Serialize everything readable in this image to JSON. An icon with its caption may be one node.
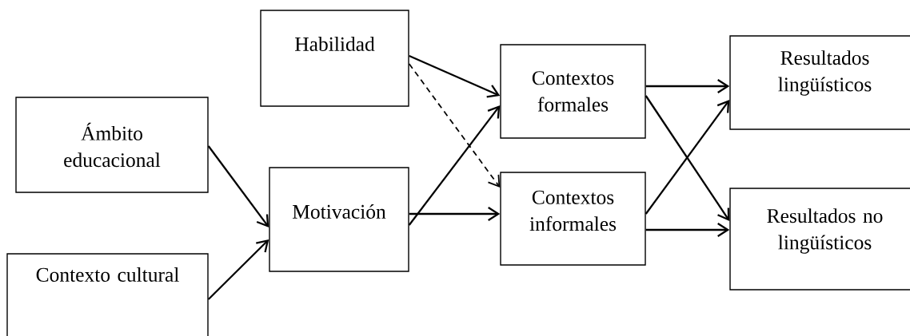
{
  "diagram": {
    "nodes": [
      {
        "text": [
          "Habilidad"
        ]
      },
      {
        "text": [
          "Ámbito educacional"
        ]
      },
      {
        "text": [
          "Motivación"
        ]
      },
      {
        "text": [
          "Contexto cultural"
        ]
      },
      {
        "text": [
          "Contextos formales"
        ]
      },
      {
        "text": [
          "Contextos informales"
        ]
      },
      {
        "text": [
          "Resultados lingüísticos"
        ]
      },
      {
        "text": [
          "Resultados no lingüísticos"
        ]
      }
    ],
    "edges": [
      {
        "from": 0,
        "to": 4,
        "arrow": "to"
      },
      {
        "from": 0,
        "to": 5,
        "arrow": "to",
        "style": "dashed"
      },
      {
        "from": 1,
        "to": 2,
        "arrow": "to"
      },
      {
        "from": 3,
        "to": 2,
        "arrow": "to"
      },
      {
        "from": 2,
        "to": 4,
        "arrow": "to"
      },
      {
        "from": 2,
        "to": 5,
        "arrow": "to"
      },
      {
        "from": 4,
        "to": 6,
        "arrow": "to"
      },
      {
        "from": 4,
        "to": 7,
        "arrow": "to"
      },
      {
        "from": 5,
        "to": 6,
        "arrow": "to"
      },
      {
        "from": 5,
        "to": 7,
        "arrow": "to"
      }
    ]
  }
}
